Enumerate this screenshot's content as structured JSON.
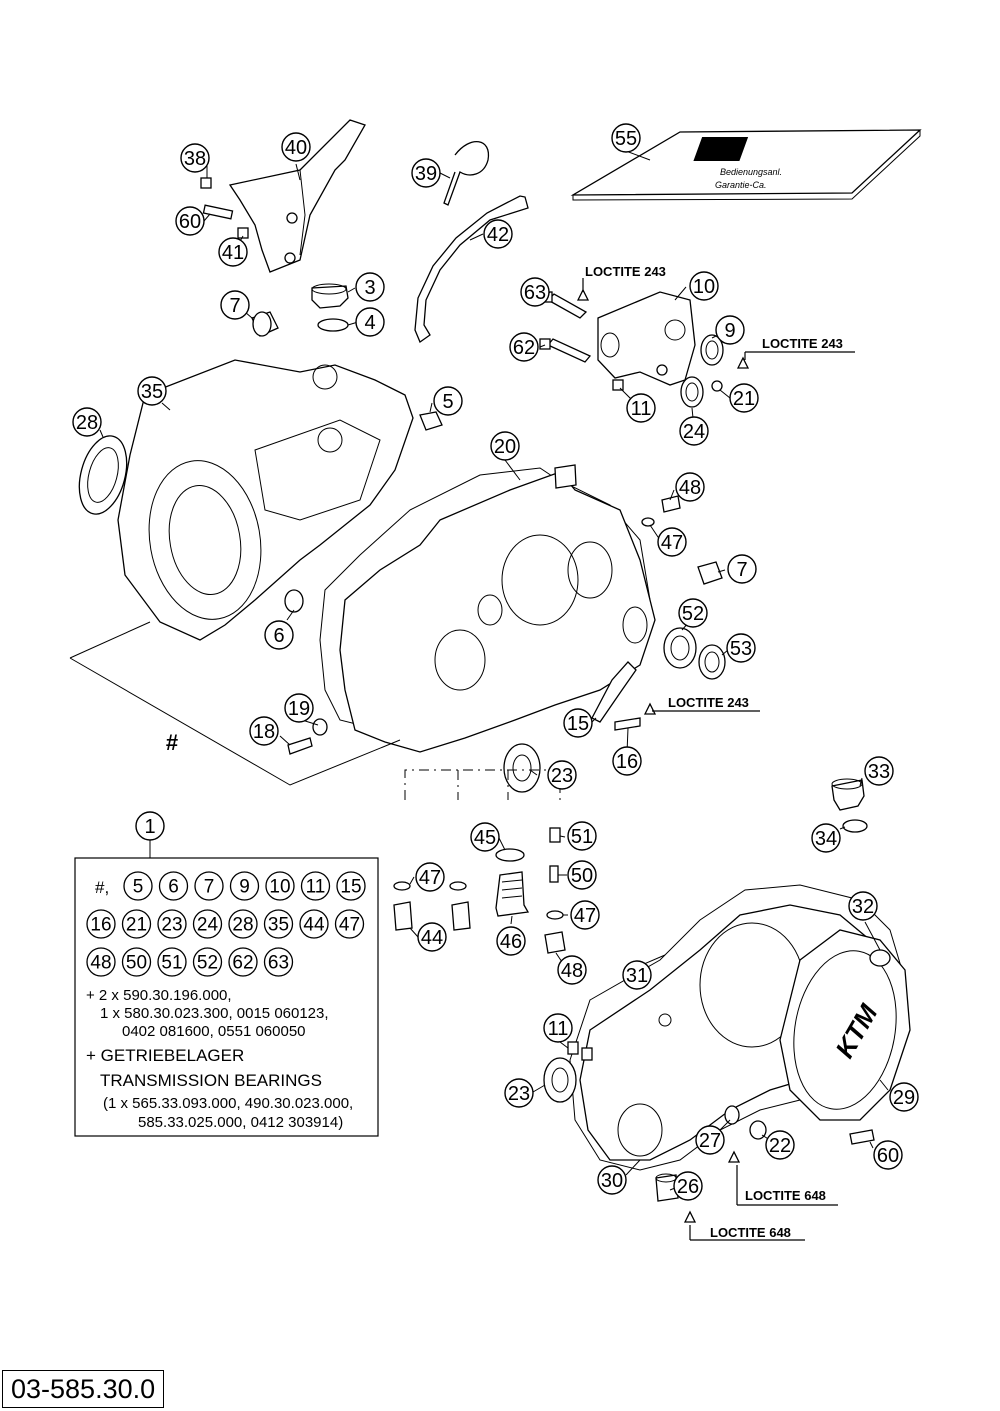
{
  "callouts": [
    {
      "n": "38"
    },
    {
      "n": "40"
    },
    {
      "n": "60"
    },
    {
      "n": "41"
    },
    {
      "n": "7"
    },
    {
      "n": "3"
    },
    {
      "n": "4"
    },
    {
      "n": "39"
    },
    {
      "n": "42"
    },
    {
      "n": "55"
    },
    {
      "n": "63"
    },
    {
      "n": "10"
    },
    {
      "n": "9"
    },
    {
      "n": "62"
    },
    {
      "n": "21"
    },
    {
      "n": "11"
    },
    {
      "n": "24"
    },
    {
      "n": "35"
    },
    {
      "n": "28"
    },
    {
      "n": "5"
    },
    {
      "n": "20"
    },
    {
      "n": "48"
    },
    {
      "n": "47"
    },
    {
      "n": "7"
    },
    {
      "n": "6"
    },
    {
      "n": "52"
    },
    {
      "n": "53"
    },
    {
      "n": "19"
    },
    {
      "n": "18"
    },
    {
      "n": "15"
    },
    {
      "n": "16"
    },
    {
      "n": "23"
    },
    {
      "n": "33"
    },
    {
      "n": "34"
    },
    {
      "n": "1"
    },
    {
      "n": "45"
    },
    {
      "n": "51"
    },
    {
      "n": "47"
    },
    {
      "n": "50"
    },
    {
      "n": "47"
    },
    {
      "n": "44"
    },
    {
      "n": "46"
    },
    {
      "n": "48"
    },
    {
      "n": "32"
    },
    {
      "n": "31"
    },
    {
      "n": "11"
    },
    {
      "n": "23"
    },
    {
      "n": "29"
    },
    {
      "n": "27"
    },
    {
      "n": "22"
    },
    {
      "n": "60"
    },
    {
      "n": "30"
    },
    {
      "n": "26"
    }
  ],
  "loctite": [
    {
      "label": "LOCTITE 243"
    },
    {
      "label": "LOCTITE 243"
    },
    {
      "label": "LOCTITE 243"
    },
    {
      "label": "LOCTITE 648"
    },
    {
      "label": "LOCTITE 648"
    }
  ],
  "hash_label": "#",
  "legend": {
    "hash_prefix": "#,",
    "row1": [
      "5",
      "6",
      "7",
      "9",
      "10",
      "11",
      "15"
    ],
    "row2": [
      "16",
      "21",
      "23",
      "24",
      "28",
      "35",
      "44",
      "47"
    ],
    "row3": [
      "48",
      "50",
      "51",
      "52",
      "62",
      "63"
    ],
    "line1": "+ 2 x 590.30.196.000,",
    "line2": "1 x 580.30.023.300, 0015 060123,",
    "line3": "0402 081600, 0551 060050",
    "line4": "+ GETRIEBELAGER",
    "line5": "TRANSMISSION BEARINGS",
    "line6": "(1 x 565.33.093.000, 490.30.023.000,",
    "line7": "585.33.025.000, 0412 303914)"
  },
  "drawing_number": "03-585.30.0"
}
